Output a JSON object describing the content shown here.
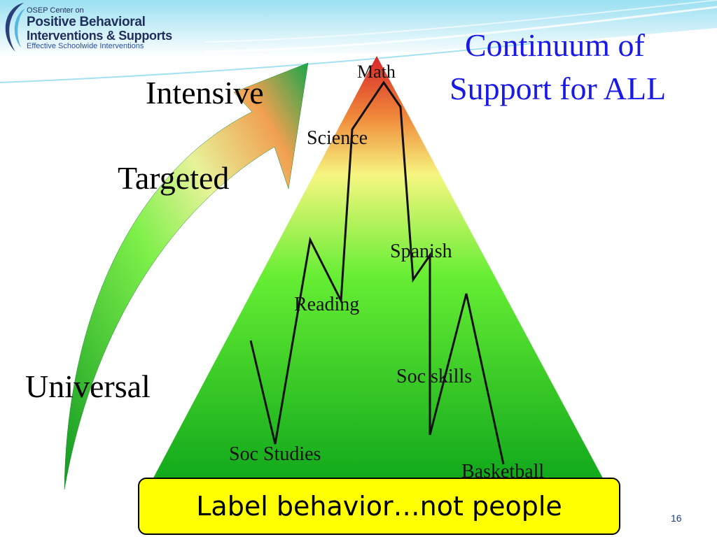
{
  "logo": {
    "line1": "OSEP Center on",
    "line2": "Positive Behavioral",
    "line3": "Interventions & Supports",
    "line4": "Effective Schoolwide Interventions"
  },
  "title": {
    "line1": "Continuum of",
    "line2": "Support for ALL",
    "color": "#1a1ae6"
  },
  "tiers": {
    "intensive": "Intensive",
    "targeted": "Targeted",
    "universal": "Universal"
  },
  "subjects": {
    "math": "Math",
    "science": "Science",
    "spanish": "Spanish",
    "reading": "Reading",
    "soc_skills": "Soc skills",
    "soc_studies": "Soc Studies",
    "basketball": "Basketball"
  },
  "banner": {
    "text": "Label behavior…not people",
    "background": "#ffff00"
  },
  "slide_number": "16"
}
